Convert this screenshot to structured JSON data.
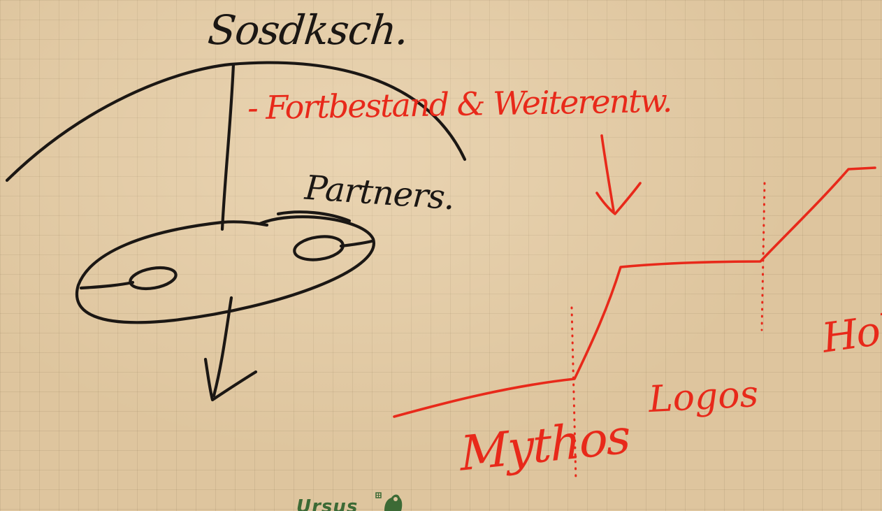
{
  "labels": {
    "top": "Sosdksch.",
    "partners": "Partners.",
    "red_heading": "- Fortbestand & Weiterentw.",
    "mythos": "Mythos",
    "logos": "Logos",
    "holos": "Holos"
  },
  "logo": {
    "text": "Ursus",
    "emblem": "bear-emblem"
  },
  "colors": {
    "paper": "#dec59e",
    "grid": "#b49d78",
    "black_marker": "#1b1714",
    "red_marker": "#e8291a",
    "logo_green": "#3c6a35"
  }
}
